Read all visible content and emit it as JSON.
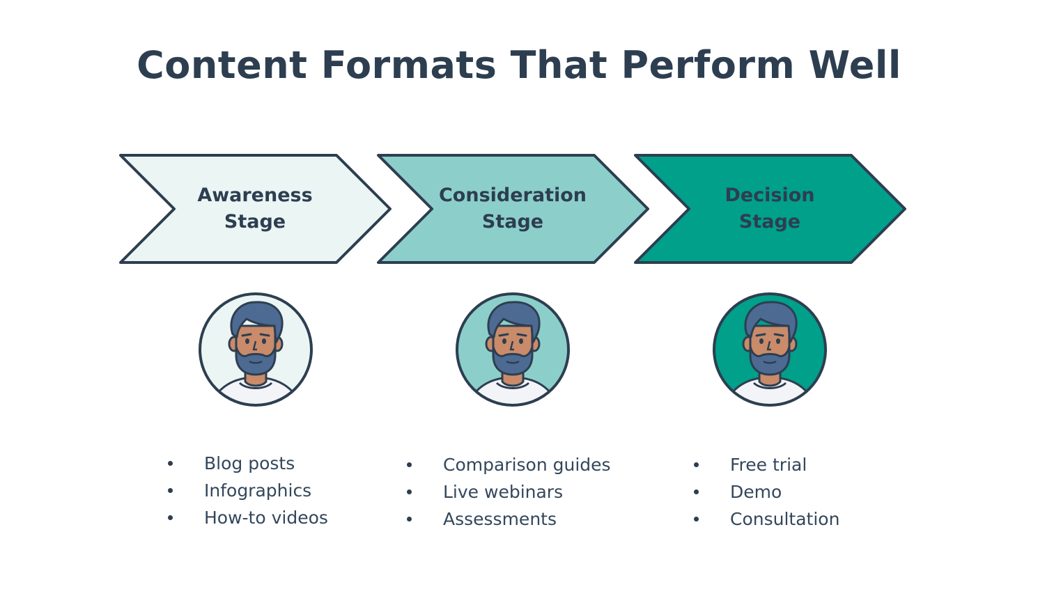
{
  "title": "Content Formats That Perform Well",
  "colors": {
    "stroke": "#2d3e50",
    "awareness_fill": "#eaf5f4",
    "consideration_fill": "#8ccfca",
    "decision_fill": "#00a08a",
    "skin": "#c98b6a",
    "hair": "#4d6a93",
    "shirt": "#f2f4f8"
  },
  "stages": [
    {
      "line1": "Awareness",
      "line2": "Stage",
      "items": [
        "Blog posts",
        "Infographics",
        "How-to videos"
      ]
    },
    {
      "line1": "Consideration",
      "line2": "Stage",
      "items": [
        "Comparison guides",
        "Live webinars",
        "Assessments"
      ]
    },
    {
      "line1": "Decision",
      "line2": "Stage",
      "items": [
        "Free trial",
        "Demo",
        "Consultation"
      ]
    }
  ],
  "icons": {
    "bullet": "bullet-dot",
    "avatar": "bearded-man-avatar"
  }
}
